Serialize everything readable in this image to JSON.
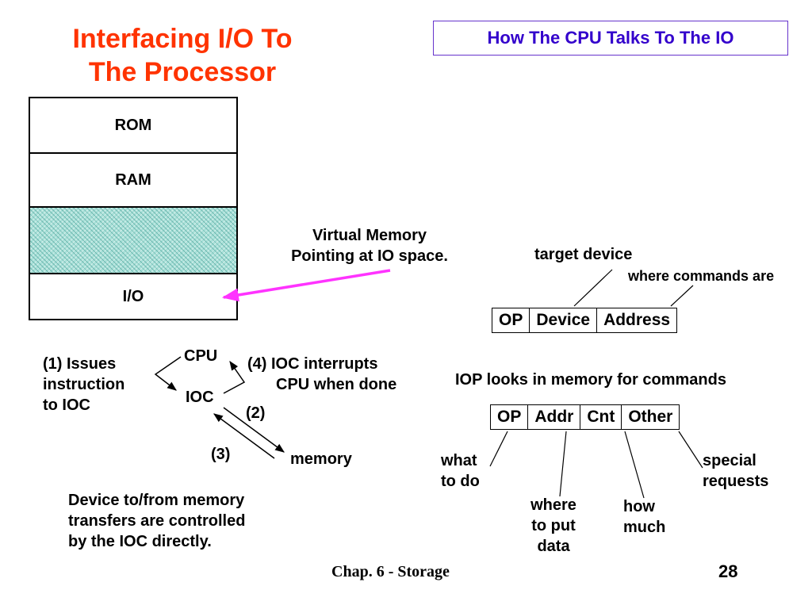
{
  "title": {
    "line1": "Interfacing I/O To",
    "line2": "The Processor"
  },
  "subtitle": "How The CPU Talks To The IO",
  "memory_map": {
    "rom": "ROM",
    "ram": "RAM",
    "io": "I/O"
  },
  "vm_note": {
    "line1": "Virtual Memory",
    "line2": "Pointing at IO space."
  },
  "flow": {
    "cpu": "CPU",
    "ioc": "IOC",
    "memory": "memory",
    "step1": {
      "line1": "(1) Issues",
      "line2": "instruction",
      "line3": "to IOC"
    },
    "step2": "(2)",
    "step3": "(3)",
    "step4": {
      "line1": "(4) IOC interrupts",
      "line2": "CPU when done"
    }
  },
  "device_note": {
    "line1": "Device to/from memory",
    "line2": "transfers are controlled",
    "line3": "by the IOC directly."
  },
  "instruction_format": {
    "label_target": "target device",
    "label_where": "where commands are",
    "fields": [
      "OP",
      "Device",
      "Address"
    ]
  },
  "command_format": {
    "heading": "IOP looks in memory for commands",
    "fields": [
      "OP",
      "Addr",
      "Cnt",
      "Other"
    ],
    "labels": {
      "what": {
        "line1": "what",
        "line2": "to do"
      },
      "where": {
        "line1": "where",
        "line2": "to put",
        "line3": "data"
      },
      "how": {
        "line1": "how",
        "line2": "much"
      },
      "special": {
        "line1": "special",
        "line2": "requests"
      }
    }
  },
  "footer": {
    "chapter": "Chap. 6 - Storage",
    "page": "28"
  },
  "colors": {
    "title": "#ff3300",
    "subtitle": "#3300cc",
    "arrow": "#ff33ff",
    "hatch": "#a8e0d8"
  }
}
